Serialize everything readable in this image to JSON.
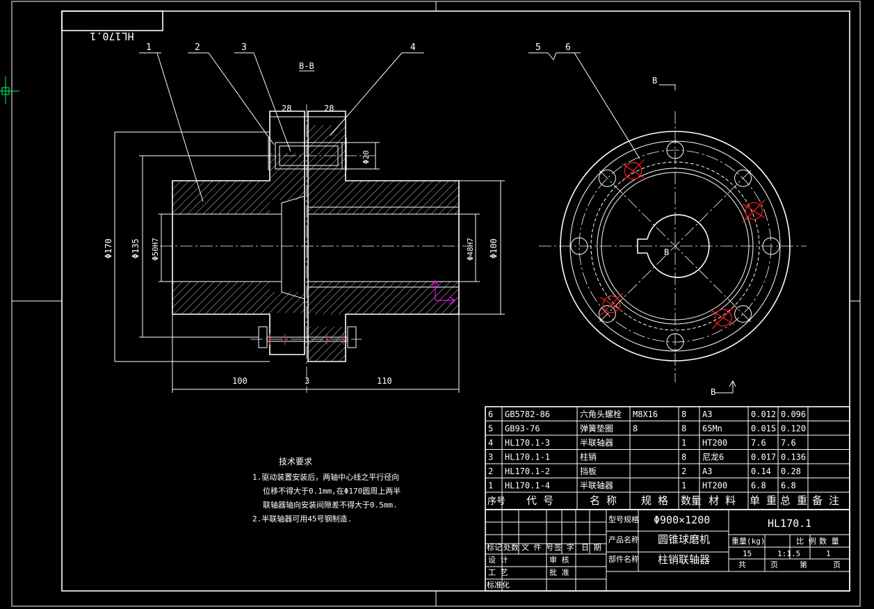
{
  "drawing_number_mirrored": "HL170.1",
  "section_label": "B-B",
  "section_marks": {
    "top": "B",
    "center": "B",
    "bottom": "B"
  },
  "balloons": [
    "1",
    "2",
    "3",
    "4",
    "5",
    "6"
  ],
  "dimensions": {
    "flange_left": "28",
    "flange_right": "28",
    "pin_dia": "Φ20",
    "d170": "Φ170",
    "d135": "Φ135",
    "d50": "Φ50H7",
    "d48": "Φ48H7",
    "d100": "Φ100",
    "len_left": "100",
    "gap": "3",
    "len_right": "110"
  },
  "notes": {
    "title": "技术要求",
    "lines": [
      "1.驱动装置安装后，两轴中心线之平行径向",
      "位移不得大于0.1mm,在Φ170圆周上两半",
      "联轴器轴向安装间隙差不得大于0.5mm.",
      "2.半联轴器可用45号钢制造."
    ]
  },
  "bom": {
    "rows": [
      {
        "no": "6",
        "code": "GB5782-86",
        "name": "六角头螺栓",
        "spec": "M8X16",
        "qty": "8",
        "mat": "A3",
        "unit": "0.012",
        "total": "0.096",
        "remark": ""
      },
      {
        "no": "5",
        "code": "GB93-76",
        "name": "弹簧垫圈",
        "spec": "8",
        "qty": "8",
        "mat": "65Mn",
        "unit": "0.015",
        "total": "0.120",
        "remark": ""
      },
      {
        "no": "4",
        "code": "HL170.1-3",
        "name": "半联轴器",
        "spec": "",
        "qty": "1",
        "mat": "HT200",
        "unit": "7.6",
        "total": "7.6",
        "remark": ""
      },
      {
        "no": "3",
        "code": "HL170.1-1",
        "name": "柱销",
        "spec": "",
        "qty": "8",
        "mat": "尼龙6",
        "unit": "0.017",
        "total": "0.136",
        "remark": ""
      },
      {
        "no": "2",
        "code": "HL170.1-2",
        "name": "挡板",
        "spec": "",
        "qty": "2",
        "mat": "A3",
        "unit": "0.14",
        "total": "0.28",
        "remark": ""
      },
      {
        "no": "1",
        "code": "HL170.1-4",
        "name": "半联轴器",
        "spec": "",
        "qty": "1",
        "mat": "HT200",
        "unit": "6.8",
        "total": "6.8",
        "remark": ""
      }
    ],
    "header": {
      "no": "序号",
      "code": "代 号",
      "name": "名 称",
      "spec": "规 格",
      "qty": "数量",
      "mat": "材 料",
      "unit": "单 重",
      "total": "总 重",
      "remark": "备 注"
    }
  },
  "title_block": {
    "model_label": "型号规格",
    "model_value": "Φ900×1200",
    "drawing_no": "HL170.1",
    "product_label": "产品名称",
    "product_value": "圆锥球磨机",
    "part_label": "部件名称",
    "part_value": "柱销联轴器",
    "weight_label": "重量(kg)",
    "scale_label": "比 例",
    "qty_label": "数 量",
    "weight_value": "15",
    "scale_value": "1:1.5",
    "qty_value": "1",
    "sheets_total": "共",
    "sheets_unit1": "页",
    "sheets_no": "第",
    "sheets_unit2": "页",
    "rev_labels": [
      "标记",
      "处数",
      "文 件 号",
      "签 字",
      "日 期"
    ],
    "sign_labels": {
      "design": "设 计",
      "review": "审 核",
      "process": "工 艺",
      "approve": "批 准",
      "standard": "标准化"
    }
  },
  "colors": {
    "background": "#000000",
    "lines": "#ffffff",
    "marker": "#ff2020",
    "ucs": "#ff00ff",
    "cursor": "#00ff66"
  }
}
